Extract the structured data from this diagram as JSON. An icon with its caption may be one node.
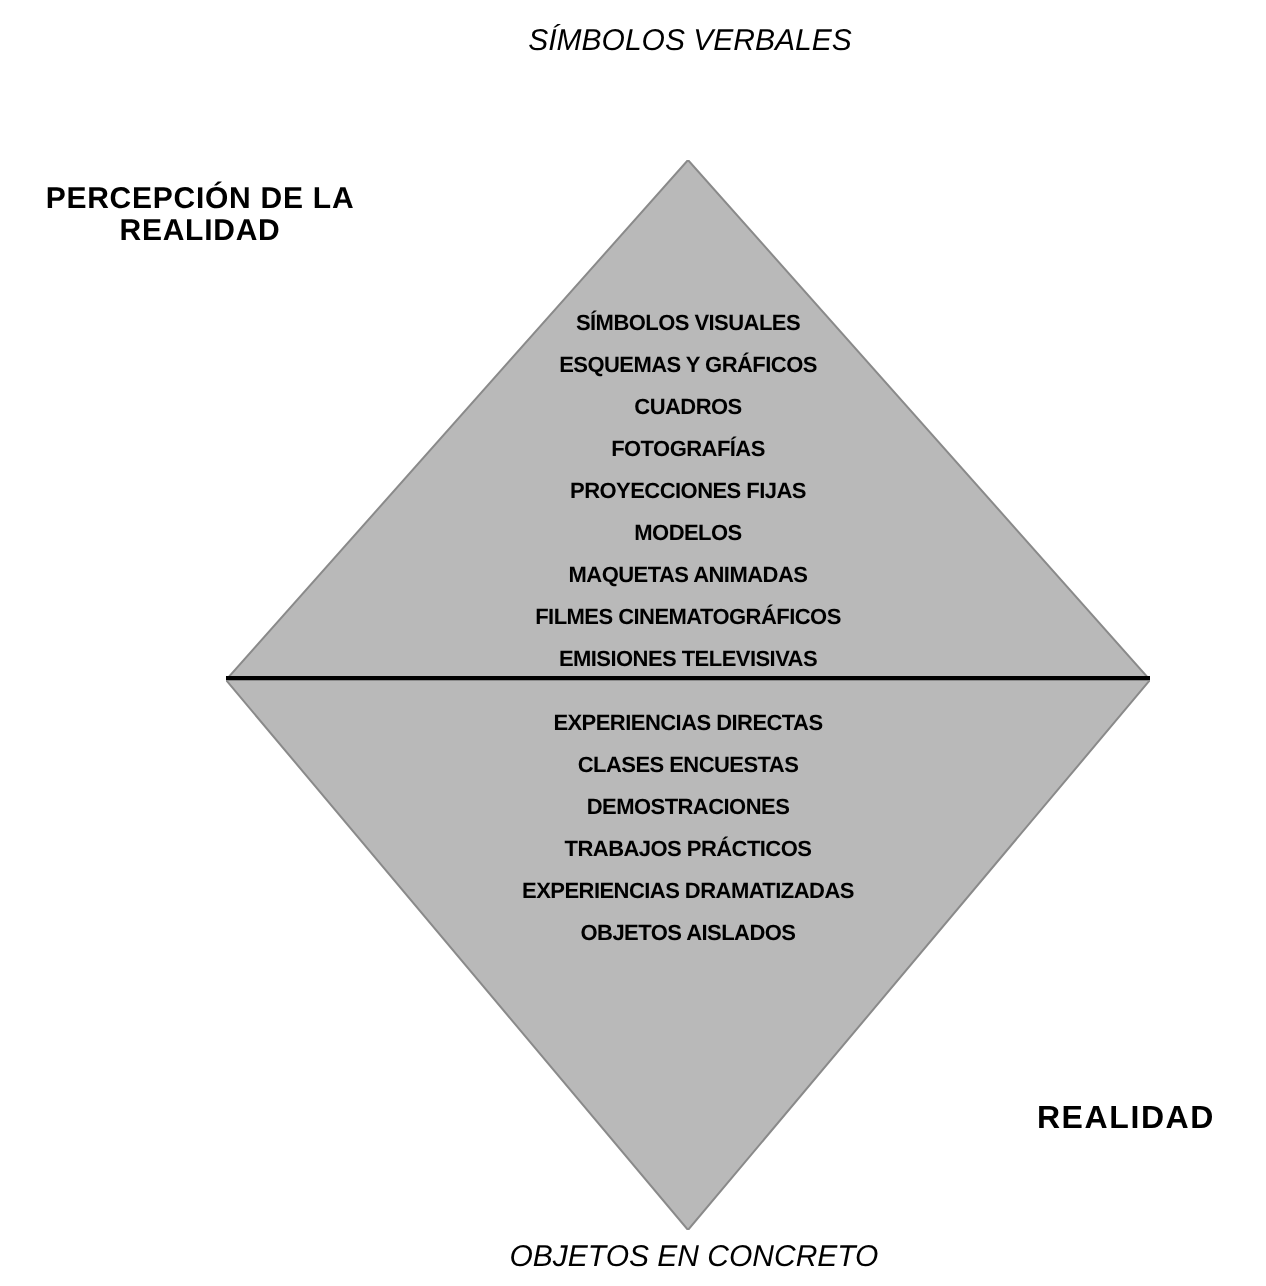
{
  "diagram": {
    "nodes": [
      {
        "text": [
          "SÍMBOLOS VISUALES",
          "ESQUEMAS Y GRÁFICOS",
          "CUADROS",
          "FOTOGRAFÍAS",
          "PROYECCIONES FIJAS",
          "MODELOS",
          "MAQUETAS ANIMADAS",
          "FILMES CINEMATOGRÁFICOS",
          "EMISIONES TELEVISIVAS"
        ]
      },
      {
        "text": [
          "EXPERIENCIAS DIRECTAS",
          "CLASES ENCUESTAS",
          "DEMOSTRACIONES",
          "TRABAJOS PRÁCTICOS",
          "EXPERIENCIAS DRAMATIZADAS",
          "OBJETOS AISLADOS"
        ]
      }
    ],
    "labels": [
      "SÍMBOLOS VERBALES",
      "PERCEPCIÓN DE LA REALIDAD",
      "REALIDAD",
      "OBJETOS EN CONCRETO"
    ]
  }
}
